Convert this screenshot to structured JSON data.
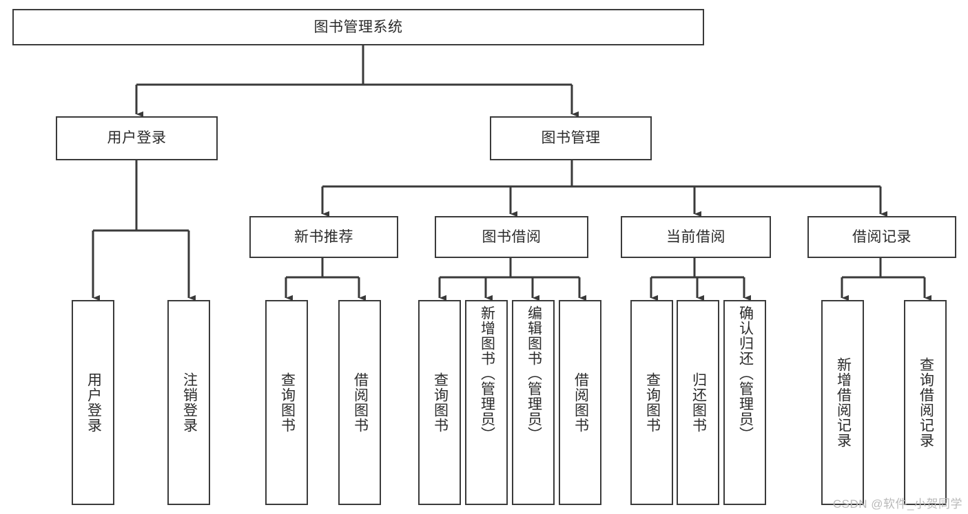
{
  "diagram": {
    "type": "tree-hierarchy-flowchart",
    "title": "图书管理系统",
    "orientation": "top-down",
    "root": {
      "id": "root",
      "label": "图书管理系统",
      "text_direction": "horizontal"
    },
    "level2": [
      {
        "id": "user-login",
        "label": "用户登录",
        "text_direction": "horizontal"
      },
      {
        "id": "book-management",
        "label": "图书管理",
        "text_direction": "horizontal"
      }
    ],
    "level3": [
      {
        "id": "new-book-recommend",
        "label": "新书推荐",
        "parent": "book-management",
        "text_direction": "horizontal"
      },
      {
        "id": "book-borrow",
        "label": "图书借阅",
        "parent": "book-management",
        "text_direction": "horizontal"
      },
      {
        "id": "current-borrow",
        "label": "当前借阅",
        "parent": "book-management",
        "text_direction": "horizontal"
      },
      {
        "id": "borrow-record",
        "label": "借阅记录",
        "parent": "book-management",
        "text_direction": "horizontal"
      }
    ],
    "leaves": [
      {
        "id": "leaf-user-login",
        "label": "用户登录",
        "parent": "user-login",
        "text_direction": "vertical"
      },
      {
        "id": "leaf-logout-login",
        "label": "注销登录",
        "parent": "user-login",
        "text_direction": "vertical"
      },
      {
        "id": "leaf-query-book-1",
        "label": "查询图书",
        "parent": "new-book-recommend",
        "text_direction": "vertical"
      },
      {
        "id": "leaf-borrow-book-1",
        "label": "借阅图书",
        "parent": "new-book-recommend",
        "text_direction": "vertical"
      },
      {
        "id": "leaf-query-book-2",
        "label": "查询图书",
        "parent": "book-borrow",
        "text_direction": "vertical"
      },
      {
        "id": "leaf-add-book",
        "label": "新增图书（管理员）",
        "parent": "book-borrow",
        "text_direction": "vertical"
      },
      {
        "id": "leaf-edit-book",
        "label": "编辑图书（管理员）",
        "parent": "book-borrow",
        "text_direction": "vertical"
      },
      {
        "id": "leaf-borrow-book-2",
        "label": "借阅图书",
        "parent": "book-borrow",
        "text_direction": "vertical"
      },
      {
        "id": "leaf-query-book-3",
        "label": "查询图书",
        "parent": "current-borrow",
        "text_direction": "vertical"
      },
      {
        "id": "leaf-return-book",
        "label": "归还图书",
        "parent": "current-borrow",
        "text_direction": "vertical"
      },
      {
        "id": "leaf-confirm-return",
        "label": "确认归还（管理员）",
        "parent": "current-borrow",
        "text_direction": "vertical"
      },
      {
        "id": "leaf-add-record",
        "label": "新增借阅记录",
        "parent": "borrow-record",
        "text_direction": "vertical"
      },
      {
        "id": "leaf-query-record",
        "label": "查询借阅记录",
        "parent": "borrow-record",
        "text_direction": "vertical"
      }
    ]
  },
  "watermark": {
    "text": "CSDN @软件_小贺同学"
  },
  "style": {
    "border_color": "#3a3a3a",
    "connector_color": "#3a3a3a",
    "text_color": "#2b2b2b",
    "background": "#ffffff",
    "watermark_color": "#b9b9b9"
  }
}
